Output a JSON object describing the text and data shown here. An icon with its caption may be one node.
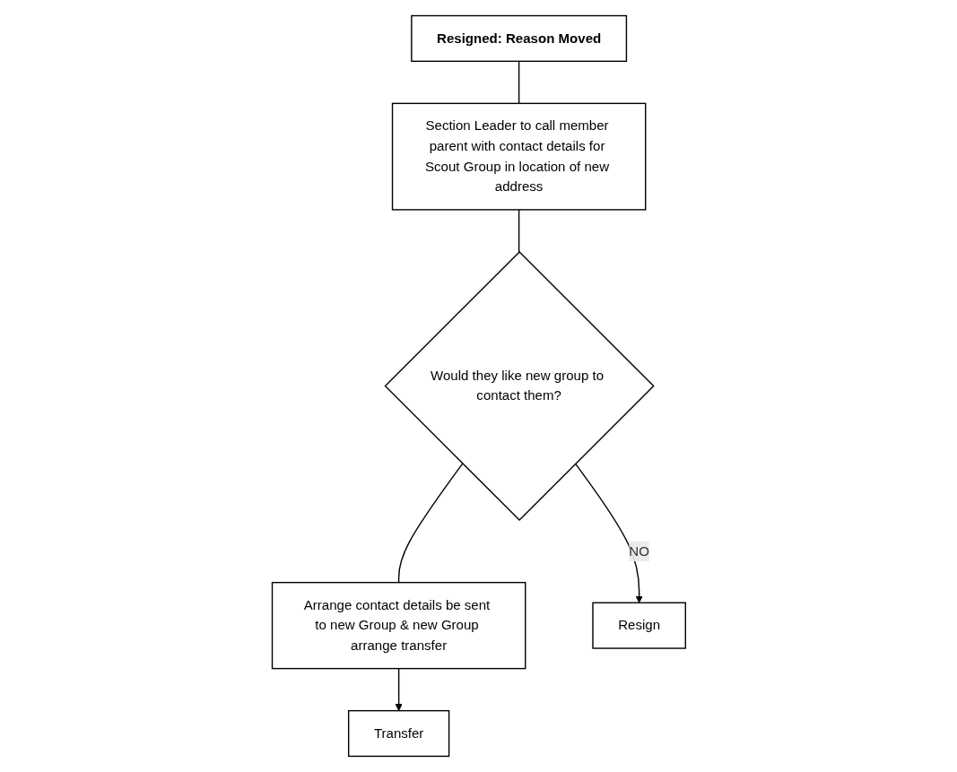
{
  "diagram": {
    "nodes": [
      {
        "text": [
          "Resigned: Reason Moved"
        ]
      },
      {
        "text": [
          "Section Leader to call member parent with contact details for Scout Group in location of new address"
        ]
      },
      {
        "text": [
          "Would they like new group to contact them?"
        ]
      },
      {
        "text": [
          "Arrange contact details be sent to new Group & new Group arrange transfer"
        ]
      },
      {
        "text": [
          "Resign"
        ]
      },
      {
        "text": [
          "Transfer"
        ]
      }
    ],
    "edges": [
      {
        "from": 0,
        "to": 1,
        "arrow": "none"
      },
      {
        "from": 1,
        "to": 2,
        "arrow": "none"
      },
      {
        "from": 2,
        "to": 3,
        "arrow": "none"
      },
      {
        "from": 2,
        "to": 4,
        "arrow": "to",
        "label": "NO"
      },
      {
        "from": 3,
        "to": 5,
        "arrow": "to"
      }
    ]
  }
}
